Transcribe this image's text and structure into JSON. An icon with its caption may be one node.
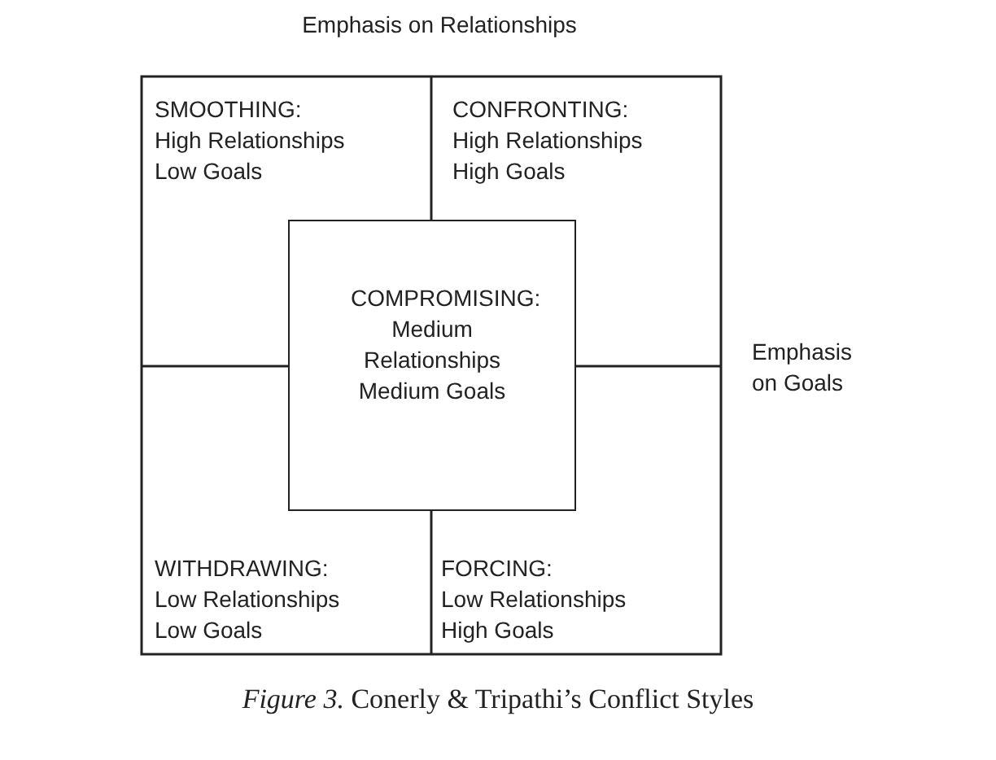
{
  "diagram": {
    "caption": "*Figure 3.* Conerly & Tripathi’s Conflict Styles",
    "nodes": [
      {
        "text": [
          "SMOOTHING:",
          "High Relationships Low Goals"
        ]
      },
      {
        "text": [
          "CONFRONTING:",
          "High Relationships High Goals"
        ]
      },
      {
        "text": [
          "COMPROMISING:",
          "Medium Relationships Medium Goals"
        ]
      },
      {
        "text": [
          "WITHDRAWING:",
          "Low Relationships Low Goals"
        ]
      },
      {
        "text": [
          "FORCING:",
          "Low Relationships High Goals"
        ]
      }
    ],
    "labels": [
      "Emphasis on Relationships",
      "Emphasis on Goals"
    ]
  }
}
